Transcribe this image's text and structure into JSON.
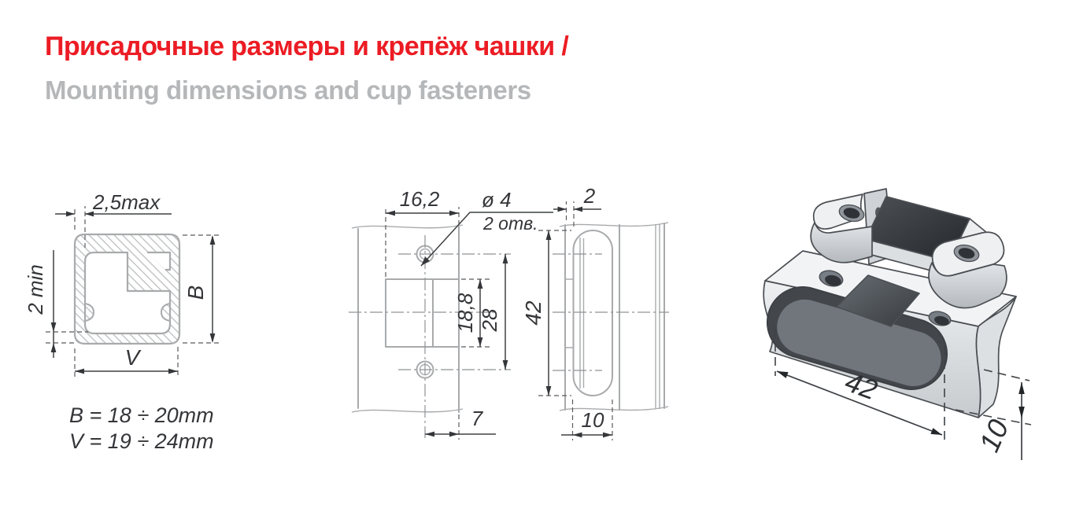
{
  "page": {
    "title_ru": "Присадочные размеры и крепёж чашки /",
    "title_en": "Mounting dimensions and cup fasteners"
  },
  "profile_view": {
    "dim_top_wall": "2,5max",
    "dim_bottom_wall": "2 min",
    "dim_height": "B",
    "dim_width": "V",
    "formula_height": "B = 18 ÷ 20mm",
    "formula_width": "V = 19 ÷ 24mm"
  },
  "front_view": {
    "dim_cup_width": "16,2",
    "dim_hole_diameter": "ø 4",
    "dim_hole_count": "2 отв.",
    "dim_cutout_height": "18,8",
    "dim_hole_spacing": "28",
    "dim_edge_offset": "7"
  },
  "side_view": {
    "dim_front_wall": "2",
    "dim_slot_height": "42",
    "dim_slot_width": "10"
  },
  "iso_view": {
    "dim_slot_length": "42",
    "dim_slot_depth": "10"
  },
  "colors": {
    "accent_red": "#ec1c24",
    "subtitle_gray": "#b5b7b9",
    "drawing_line_gray": "#a8aaac",
    "dimension_dark": "#353639"
  }
}
